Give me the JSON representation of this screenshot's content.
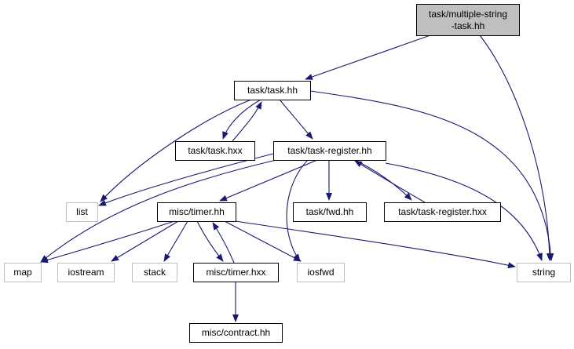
{
  "graph": {
    "colors": {
      "edge": "#191970",
      "box": "#000000",
      "external_box": "#bfbfbf",
      "root_fill": "#bfbfbf",
      "text": "#000000"
    },
    "nodes": [
      {
        "id": "multiple_string_task",
        "label_lines": [
          "task/multiple-string",
          "-task.hh"
        ],
        "kind": "root"
      },
      {
        "id": "task_hh",
        "label": "task/task.hh",
        "kind": "file"
      },
      {
        "id": "task_hxx",
        "label": "task/task.hxx",
        "kind": "file"
      },
      {
        "id": "task_register_hh",
        "label": "task/task-register.hh",
        "kind": "file"
      },
      {
        "id": "list",
        "label": "list",
        "kind": "external"
      },
      {
        "id": "misc_timer_hh",
        "label": "misc/timer.hh",
        "kind": "file"
      },
      {
        "id": "task_fwd_hh",
        "label": "task/fwd.hh",
        "kind": "file"
      },
      {
        "id": "task_register_hxx",
        "label": "task/task-register.hxx",
        "kind": "file"
      },
      {
        "id": "map",
        "label": "map",
        "kind": "external"
      },
      {
        "id": "iostream",
        "label": "iostream",
        "kind": "external"
      },
      {
        "id": "stack",
        "label": "stack",
        "kind": "external"
      },
      {
        "id": "misc_timer_hxx",
        "label": "misc/timer.hxx",
        "kind": "file"
      },
      {
        "id": "iosfwd",
        "label": "iosfwd",
        "kind": "external"
      },
      {
        "id": "string",
        "label": "string",
        "kind": "external"
      },
      {
        "id": "misc_contract_hh",
        "label": "misc/contract.hh",
        "kind": "file"
      }
    ],
    "edges": [
      {
        "from": "multiple_string_task",
        "to": "task_hh"
      },
      {
        "from": "multiple_string_task",
        "to": "string"
      },
      {
        "from": "task_hh",
        "to": "task_hxx"
      },
      {
        "from": "task_hxx",
        "to": "task_hh"
      },
      {
        "from": "task_hh",
        "to": "task_register_hh"
      },
      {
        "from": "task_hh",
        "to": "list"
      },
      {
        "from": "task_hh",
        "to": "string"
      },
      {
        "from": "task_register_hh",
        "to": "list"
      },
      {
        "from": "task_register_hh",
        "to": "misc_timer_hh"
      },
      {
        "from": "task_register_hh",
        "to": "task_fwd_hh"
      },
      {
        "from": "task_register_hh",
        "to": "task_register_hxx"
      },
      {
        "from": "task_register_hxx",
        "to": "task_register_hh"
      },
      {
        "from": "task_register_hh",
        "to": "map"
      },
      {
        "from": "task_register_hh",
        "to": "iosfwd"
      },
      {
        "from": "task_register_hh",
        "to": "string"
      },
      {
        "from": "misc_timer_hh",
        "to": "map"
      },
      {
        "from": "misc_timer_hh",
        "to": "iostream"
      },
      {
        "from": "misc_timer_hh",
        "to": "stack"
      },
      {
        "from": "misc_timer_hh",
        "to": "misc_timer_hxx"
      },
      {
        "from": "misc_timer_hxx",
        "to": "misc_timer_hh"
      },
      {
        "from": "misc_timer_hh",
        "to": "iosfwd"
      },
      {
        "from": "misc_timer_hh",
        "to": "string"
      },
      {
        "from": "misc_timer_hxx",
        "to": "misc_contract_hh"
      }
    ]
  }
}
